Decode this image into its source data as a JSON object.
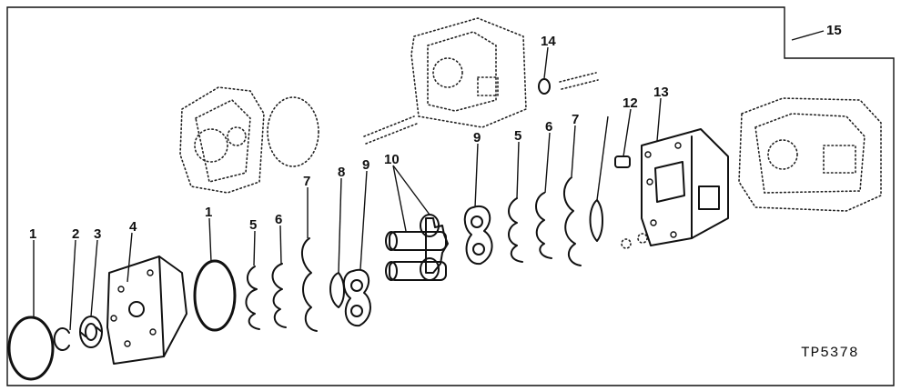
{
  "figure": {
    "part_code": "TP5378",
    "callouts": [
      "1",
      "2",
      "3",
      "4",
      "1",
      "5",
      "6",
      "7",
      "8",
      "9",
      "10",
      "9",
      "5",
      "6",
      "7",
      "12",
      "13",
      "14",
      "15"
    ]
  }
}
